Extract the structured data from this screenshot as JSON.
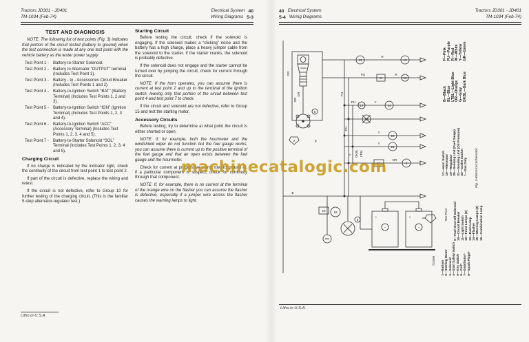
{
  "watermark": {
    "text": "machinecatalogic.com",
    "color": "#c8991b"
  },
  "left_page": {
    "header": {
      "doc_title": "Tractors JD301 - JD401",
      "doc_number": "TM-1034  (Feb-74)",
      "section": "Electrical System",
      "section_number": "40",
      "subsection": "Wiring Diagrams",
      "subsection_number": "5-3"
    },
    "col1": {
      "heading": "TEST AND DIAGNOSIS",
      "intro_note": "NOTE: The following list of test points (Fig. 3) indicates that portion of the circuit tested (battery to ground) when the test connection is made at any one test point with the vehicle battery as the tester power supply:",
      "test_points": [
        {
          "label": "Test Point 1 -",
          "text": "Battery-to-Starter Solenoid."
        },
        {
          "label": "Test Point 2 -",
          "text": "Battery to Alternator “OUTPUT” terminal (Includes Test Point 1)."
        },
        {
          "label": "Test Point 3 -",
          "text": "Battery - to - Accessories Circuit Breaker (Includes Test Points 1 and 2)."
        },
        {
          "label": "Test Point 4 -",
          "text": "Battery-to-Ignition Switch “BAT” (Battery Terminal) (Includes Test Points 1, 2 and 3)."
        },
        {
          "label": "Test Point 5 -",
          "text": "Battery-to-Ignition Switch “IGN” (Ignition Terminal) (Includes Test Points 1, 2, 3 and 4)."
        },
        {
          "label": "Test Point 6 -",
          "text": "Battery-to-Ignition Switch “ACC” (Accessory Terminal) (Includes Test Points 1, 2, 3, 4 and 5)."
        },
        {
          "label": "Test Point 7 -",
          "text": "Battery-to-Starter Solenoid “SOL” Terminal (Includes Test Points 1, 2, 3, 4 and 5)."
        }
      ],
      "charging_heading": "Charging Circuit",
      "charging_para1": "If no charge is indicated by the indicator light, check the continuity of the circuit from test point 1 to test point 2.",
      "charging_para2": "If part of the circuit is defective, replace the wiring and retest.",
      "charging_para3": "If the circuit is not defective, refer to Group 10 for further testing of the charging circuit. (This is the familiar 5-step alternator-regulator test.)"
    },
    "col2": {
      "starting_heading": "Starting Circuit",
      "starting_para1": "Before testing the circuit, check if the solenoid is engaging. If the solenoid makes a “clicking” noise and the battery has a high charge, place a heavy jumper cable from the solenoid to the starter. If the starter cranks, the solenoid is probably defective.",
      "starting_para2": "If the solenoid does not engage and the starter cannot be turned over by jumping the circuit, check for current through the circuit.",
      "starting_note": "NOTE: If the horn operates, you can assume there is current at test point 2 and up to the terminal of the ignition switch, leaving only that portion of the circuit between test point 4 and test point 7 to check.",
      "starting_para3": "If the circuit and solenoid are not defective, refer to Group 15 and test the starting motor.",
      "accessory_heading": "Accessory Circuits",
      "accessory_para1": "Before testing, try to determine at what point the circuit is either shorted or open.",
      "accessory_note1": "NOTE: If, for example, both the hourmeter and the windshield wiper do not function but the fuel gauge works, you can assume there is current up to the positive terminal of the fuel gauge and that an open exists between the fuel gauge and the hourmeter.",
      "accessory_para2": "Check for current at progressive points toward ground or, if a particular component is suspect, check for continuity through that component.",
      "accessory_note2": "NOTE: If, for example, there is no current at the terminal of the orange wire on the flasher you can assume the flasher is defective, especially if a jumper wire across the flasher causes the warning lamps to light."
    },
    "footer": "Litho in U.S.A."
  },
  "right_page": {
    "header": {
      "section_number": "40",
      "section": "Electrical System",
      "subsection_number": "5-4",
      "subsection": "Wiring Diagrams",
      "doc_title": "Tractors JD301 - JD401",
      "doc_number": "TM-1034  (Feb-74)"
    },
    "legend": {
      "wire_colors_1": [
        "P—Pink",
        "PU—Purple",
        "R—Red",
        "W—White",
        "Y—Yellow",
        "GR—Green"
      ],
      "wire_colors_2": [
        "B—Black",
        "BL—Blue",
        "LTBL—Light Blue",
        "OR—Orange",
        "G—Gray",
        "DKBL—Dark Blue"
      ],
      "components_17_22": [
        "17—Horn Switch",
        "18—Alternator",
        "19—Regulator",
        "20—Sending Unit (Fuel Gauge)",
        "21—Sending Unit (Oil Pressure)",
        "22—Outlet Socket",
        "*—Gas Only"
      ],
      "components_9_16": [
        "9—Fuel Shut-Off Solenoid",
        "10—Circuit Breaker",
        "11—Light Switch",
        "12—Front Lamps (2)",
        "13—Dash Lamp",
        "14—Flasher",
        "15—Warning Lamps (2)",
        "16—Combination Lamp"
      ],
      "components_1_8": [
        "1—Battery",
        "2—Starting Motor",
        "3—Solenoid",
        "4—Start Safety Switch",
        "5—Key Switch",
        "6—Coil*",
        "7—Distributor*",
        "8—Spark Plugs*"
      ]
    },
    "fig_caption": "Fig. 3-Electrical Schematic",
    "diagram": {
      "test_point_label": "Test Point",
      "drawing_number": "T31599",
      "circles": [
        "13",
        "12",
        "11",
        "16",
        "17",
        "14",
        "15",
        "20",
        "21",
        "22",
        "9",
        "5",
        "2",
        "3",
        "18",
        "19",
        "−",
        "−",
        "+",
        "+"
      ],
      "wire_labels": [
        "OR",
        "OR",
        "GR",
        "R",
        "PU",
        "PU",
        "Y",
        "R",
        "PU",
        "R",
        "PU",
        "Y",
        "Y",
        "Y",
        "OR",
        "B",
        "DKBL",
        "LTBL"
      ]
    },
    "footer": "Litho in U.S.A."
  }
}
